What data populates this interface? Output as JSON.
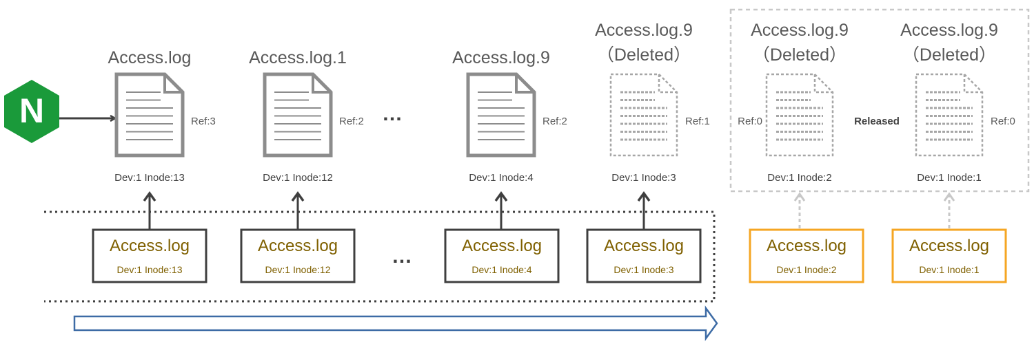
{
  "nginx_logo": {
    "letter": "N",
    "color": "#1a9a3a"
  },
  "files": [
    {
      "title": "Access.log",
      "subtitle": "",
      "ref": "Ref:3",
      "dev_inode": "Dev:1 Inode:13",
      "style": "solid",
      "ref_side": "right"
    },
    {
      "title": "Access.log.1",
      "subtitle": "",
      "ref": "Ref:2",
      "dev_inode": "Dev:1 Inode:12",
      "style": "solid",
      "ref_side": "right"
    },
    {
      "title": "Access.log.9",
      "subtitle": "",
      "ref": "Ref:2",
      "dev_inode": "Dev:1 Inode:4",
      "style": "solid",
      "ref_side": "right"
    },
    {
      "title": "Access.log.9",
      "subtitle": "（Deleted）",
      "ref": "Ref:1",
      "dev_inode": "Dev:1 Inode:3",
      "style": "dashed",
      "ref_side": "right"
    },
    {
      "title": "Access.log.9",
      "subtitle": "（Deleted）",
      "ref": "Ref:0",
      "dev_inode": "Dev:1 Inode:2",
      "style": "dashed",
      "ref_side": "left"
    },
    {
      "title": "Access.log.9",
      "subtitle": "（Deleted）",
      "ref": "Ref:0",
      "dev_inode": "Dev:1 Inode:1",
      "style": "dashed",
      "ref_side": "right"
    }
  ],
  "boxes": [
    {
      "name": "Access.log",
      "dev_inode": "Dev:1 Inode:13",
      "state": "active"
    },
    {
      "name": "Access.log",
      "dev_inode": "Dev:1 Inode:12",
      "state": "active"
    },
    {
      "name": "Access.log",
      "dev_inode": "Dev:1 Inode:4",
      "state": "active"
    },
    {
      "name": "Access.log",
      "dev_inode": "Dev:1 Inode:3",
      "state": "active"
    },
    {
      "name": "Access.log",
      "dev_inode": "Dev:1 Inode:2",
      "state": "released"
    },
    {
      "name": "Access.log",
      "dev_inode": "Dev:1 Inode:1",
      "state": "released"
    }
  ],
  "ellipsis": "…",
  "released_label": "Released",
  "colors": {
    "file_icon": "#8c8c8c",
    "dashed_icon": "#a6a6a6",
    "active_box": "#3f3f3f",
    "active_arrow": "#3f3f3f",
    "released_box": "#f5a623",
    "released_arrow": "#c8c8c8",
    "box_text": "#7f6000",
    "timeline": "#3d6ba5"
  }
}
